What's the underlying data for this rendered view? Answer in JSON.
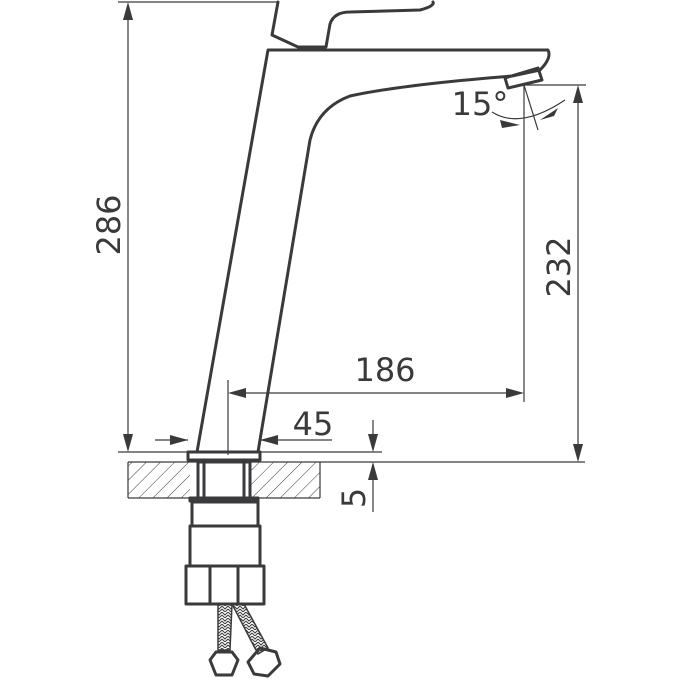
{
  "dimensions": {
    "total_height": "286",
    "spout_height": "232",
    "spout_reach": "186",
    "base_diameter": "45",
    "deck_offset": "5",
    "spout_angle": "15°"
  },
  "colors": {
    "line": "#3a3a3c",
    "background": "#ffffff"
  }
}
